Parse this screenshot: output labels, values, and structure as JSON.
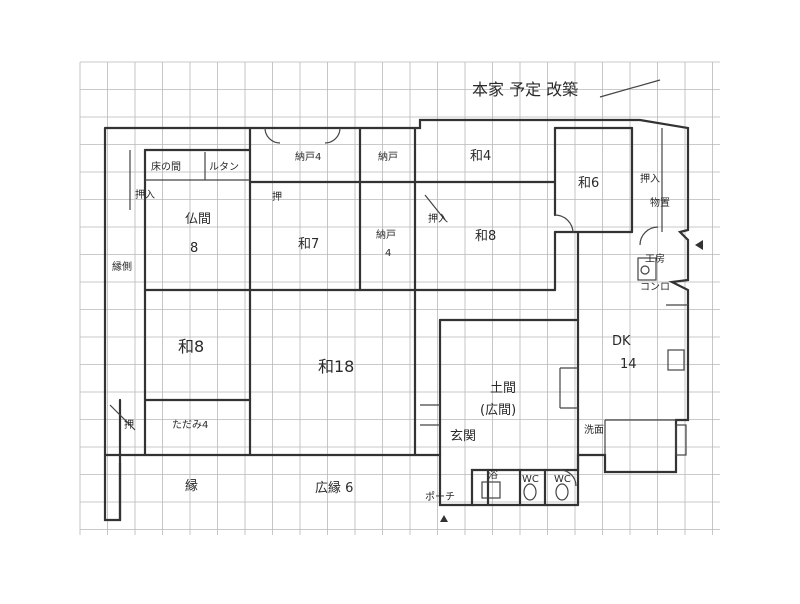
{
  "plan": {
    "title": "本家 予定 改築",
    "rooms": {
      "butsuma": "仏間",
      "butsuma_size": "8",
      "oshiire_left": "押入",
      "tokonoma": "床の間",
      "tansu": "ルタン",
      "oshi": "押",
      "naka": "納戸4",
      "naka2": "納戸",
      "washitsu7": "和7",
      "nando4": "納戸",
      "nando4_size": "4",
      "washitsu4": "和4",
      "oshi2": "押入",
      "washitsu8": "和8",
      "washitsu6": "和6",
      "oshiire_right": "押入",
      "monooki": "物置",
      "engawa": "縁側",
      "washitsu8b": "和8",
      "washitsu18": "和18",
      "doma": "土間",
      "doma_sub": "(広間)",
      "dk": "DK",
      "dk_size": "14",
      "hiroma_shitsu": "ただみ4",
      "oshi3": "押",
      "engawa_bottom": "縁",
      "ozashiki": "広縁 6",
      "genkan": "玄関",
      "porch": "ポーチ",
      "wc1": "WC",
      "wc2": "WC",
      "furo": "浴",
      "senmen": "洗面",
      "kou": "工房",
      "kitchen_mark": "コンロ"
    }
  }
}
